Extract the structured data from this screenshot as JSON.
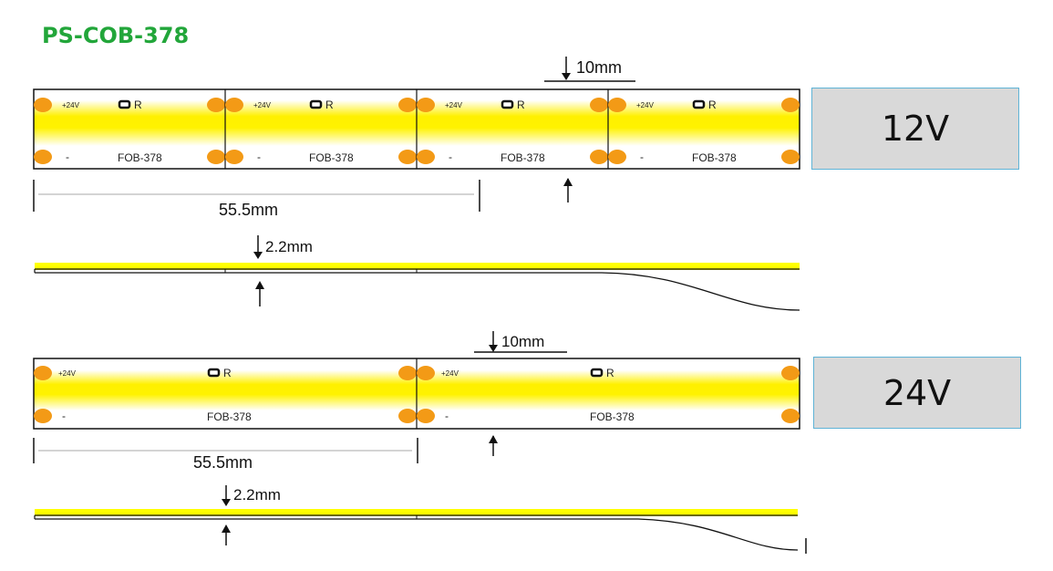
{
  "title": "PS-COB-378",
  "colors": {
    "title": "#22a63a",
    "led_glow": "#fff000",
    "pad": "#f39a16",
    "profile_yellow": "#ffff00",
    "box_fill": "#d9d9d9",
    "box_border": "#5fb3d6"
  },
  "strip_12v": {
    "voltage_label": "12V",
    "width_label": "10mm",
    "cut_length_label": "55.5mm",
    "thickness_label": "2.2mm",
    "segments": [
      {
        "plus_label": "+24V",
        "minus_label": "-",
        "resistor_label": "R",
        "model_label": "FOB-378"
      },
      {
        "plus_label": "+24V",
        "minus_label": "-",
        "resistor_label": "R",
        "model_label": "FOB-378"
      },
      {
        "plus_label": "+24V",
        "minus_label": "-",
        "resistor_label": "R",
        "model_label": "FOB-378"
      },
      {
        "plus_label": "+24V",
        "minus_label": "-",
        "resistor_label": "R",
        "model_label": "FOB-378"
      }
    ]
  },
  "strip_24v": {
    "voltage_label": "24V",
    "width_label": "10mm",
    "cut_length_label": "55.5mm",
    "thickness_label": "2.2mm",
    "segments": [
      {
        "plus_label": "+24V",
        "minus_label": "-",
        "resistor_label": "R",
        "model_label": "FOB-378"
      },
      {
        "plus_label": "+24V",
        "minus_label": "-",
        "resistor_label": "R",
        "model_label": "FOB-378"
      }
    ]
  }
}
